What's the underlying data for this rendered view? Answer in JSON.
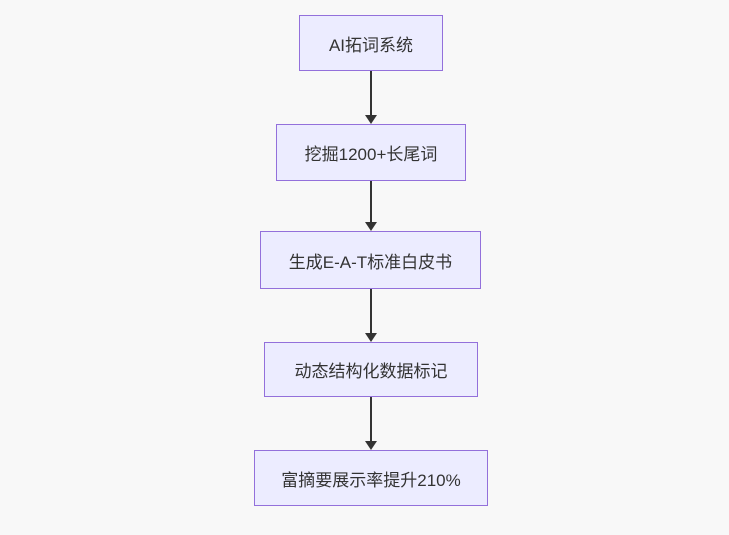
{
  "diagram": {
    "type": "flowchart",
    "direction": "top-down",
    "nodes": [
      {
        "id": "A",
        "label": "AI拓词系统"
      },
      {
        "id": "B",
        "label": "挖掘1200+长尾词"
      },
      {
        "id": "C",
        "label": "生成E-A-T标准白皮书"
      },
      {
        "id": "D",
        "label": "动态结构化数据标记"
      },
      {
        "id": "E",
        "label": "富摘要展示率提升210%"
      }
    ],
    "edges": [
      {
        "from": "A",
        "to": "B"
      },
      {
        "from": "B",
        "to": "C"
      },
      {
        "from": "C",
        "to": "D"
      },
      {
        "from": "D",
        "to": "E"
      }
    ],
    "colors": {
      "background": "#f8f8f8",
      "node_fill": "#ececff",
      "node_border": "#9370db",
      "node_text": "#333333",
      "arrow": "#333333"
    }
  }
}
